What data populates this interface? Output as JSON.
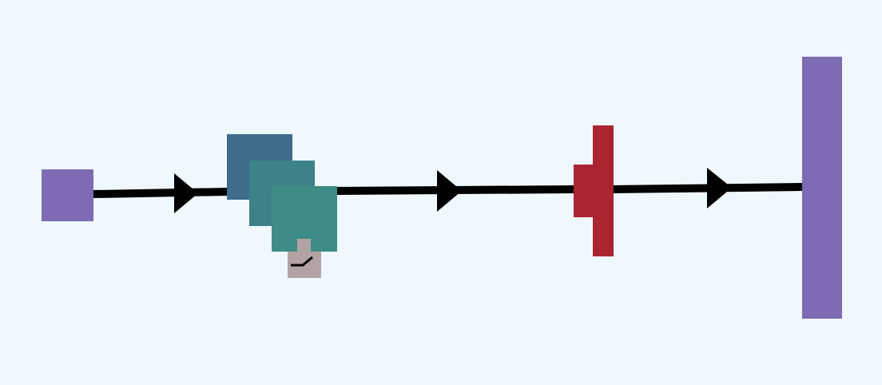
{
  "diagram": {
    "colors": {
      "background": "#f0f8ff",
      "source": "#7f6bb3",
      "sink": "#7f6bb3",
      "stack_back": "#3e6c8a",
      "stack_middle": "#3d8189",
      "stack_front": "#3e8c86",
      "connector_box": "#b3a2a2",
      "connector_mark": "#000000",
      "barrier": "#a82531",
      "wire": "#000000"
    },
    "nodes": [
      {
        "id": "source",
        "shape": "square"
      },
      {
        "id": "stack",
        "shape": "stacked-squares",
        "layers": 3
      },
      {
        "id": "connector",
        "shape": "small-box-with-switch-mark"
      },
      {
        "id": "barrier",
        "shape": "cross-bar"
      },
      {
        "id": "sink",
        "shape": "tall-bar"
      }
    ],
    "edges": [
      {
        "from": "source",
        "to": "stack",
        "arrow": "forward"
      },
      {
        "from": "stack",
        "to": "barrier",
        "arrow": "forward"
      },
      {
        "from": "barrier",
        "to": "sink",
        "arrow": "forward"
      }
    ]
  }
}
